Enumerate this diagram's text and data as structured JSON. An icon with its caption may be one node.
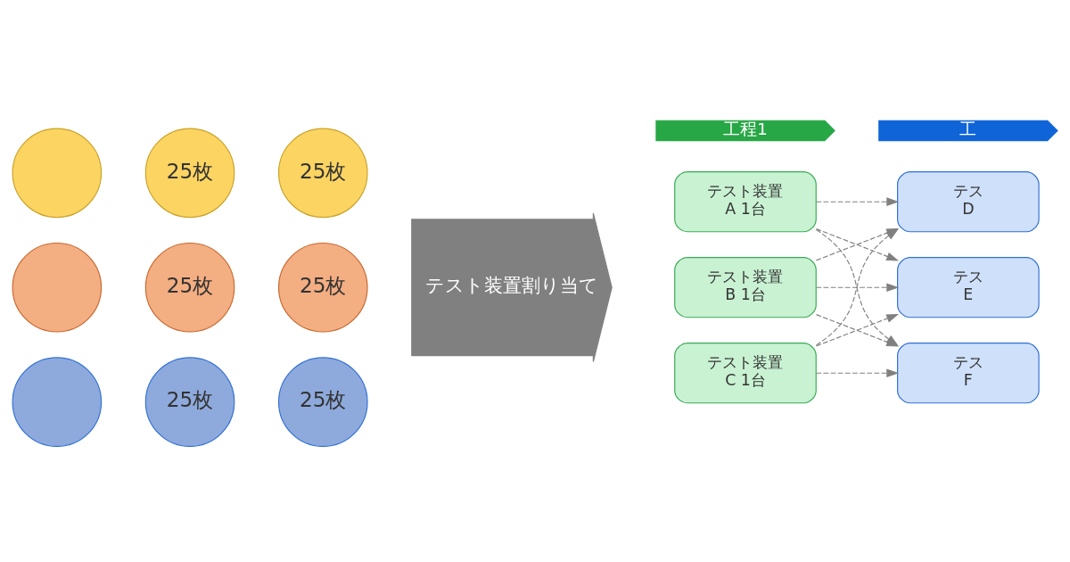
{
  "diagram": {
    "nodes": [
      {
        "text": [],
        "shape": "circle"
      },
      {
        "text": [
          "25枚"
        ]
      },
      {
        "text": [
          "25枚"
        ]
      },
      {
        "text": [],
        "shape": "circle"
      },
      {
        "text": [
          "25枚"
        ]
      },
      {
        "text": [
          "25枚"
        ]
      },
      {
        "text": [],
        "shape": "circle"
      },
      {
        "text": [
          "25枚"
        ]
      },
      {
        "text": [
          "25枚"
        ]
      },
      {
        "text": [
          "テスト装置割り当て"
        ]
      },
      {
        "text": [
          "工程1"
        ]
      },
      {
        "text": [
          "工"
        ]
      },
      {
        "text": [
          "テスト装置",
          "A 1台"
        ]
      },
      {
        "text": [
          "テスト装置",
          "B 1台"
        ]
      },
      {
        "text": [
          "テスト装置",
          "C 1台"
        ]
      },
      {
        "text": [
          "テス",
          "D"
        ]
      },
      {
        "text": [
          "テス",
          "E"
        ]
      },
      {
        "text": [
          "テス",
          "F"
        ]
      }
    ],
    "edges": [
      {
        "from": 12,
        "to": 15,
        "arrow": "to",
        "style": "dashed"
      },
      {
        "from": 12,
        "to": 16,
        "arrow": "to",
        "style": "dashed"
      },
      {
        "from": 12,
        "to": 17,
        "arrow": "to",
        "style": "dashed"
      },
      {
        "from": 13,
        "to": 15,
        "arrow": "to",
        "style": "dashed"
      },
      {
        "from": 13,
        "to": 16,
        "arrow": "to",
        "style": "dashed"
      },
      {
        "from": 13,
        "to": 17,
        "arrow": "to",
        "style": "dashed"
      },
      {
        "from": 14,
        "to": 15,
        "arrow": "to",
        "style": "dashed"
      },
      {
        "from": 14,
        "to": 16,
        "arrow": "to",
        "style": "dashed"
      },
      {
        "from": 14,
        "to": 17,
        "arrow": "to",
        "style": "dashed"
      }
    ]
  }
}
